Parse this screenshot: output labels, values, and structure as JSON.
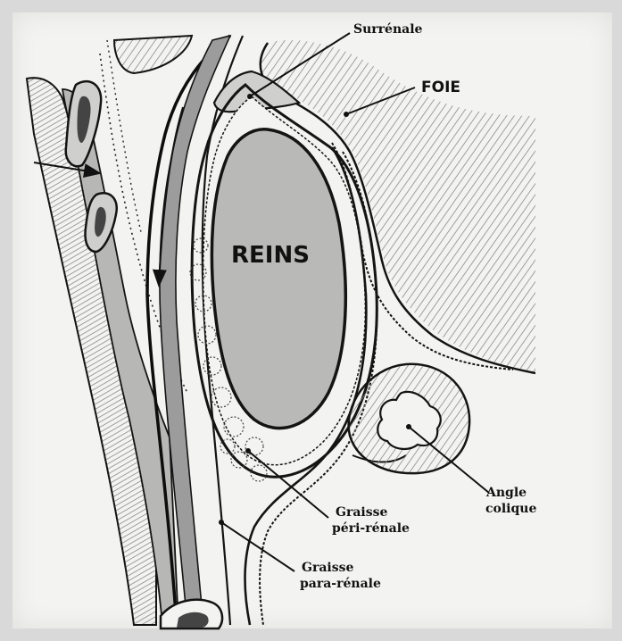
{
  "diagram": {
    "organ_label": "REINS",
    "labels": {
      "surrenale": "Surrénale",
      "foie": "FOIE",
      "angle_colique": [
        "Angle",
        "colique"
      ],
      "graisse_peri": [
        "Graisse",
        "péri-rénale"
      ],
      "graisse_para": [
        "Graisse",
        "para-rénale"
      ]
    },
    "colors": {
      "background": "#f3f3f1",
      "kidney": "#b9bab7",
      "outline": "#141414",
      "hatch": "#8a8a8a",
      "muscle": "#9c9c9c"
    }
  }
}
